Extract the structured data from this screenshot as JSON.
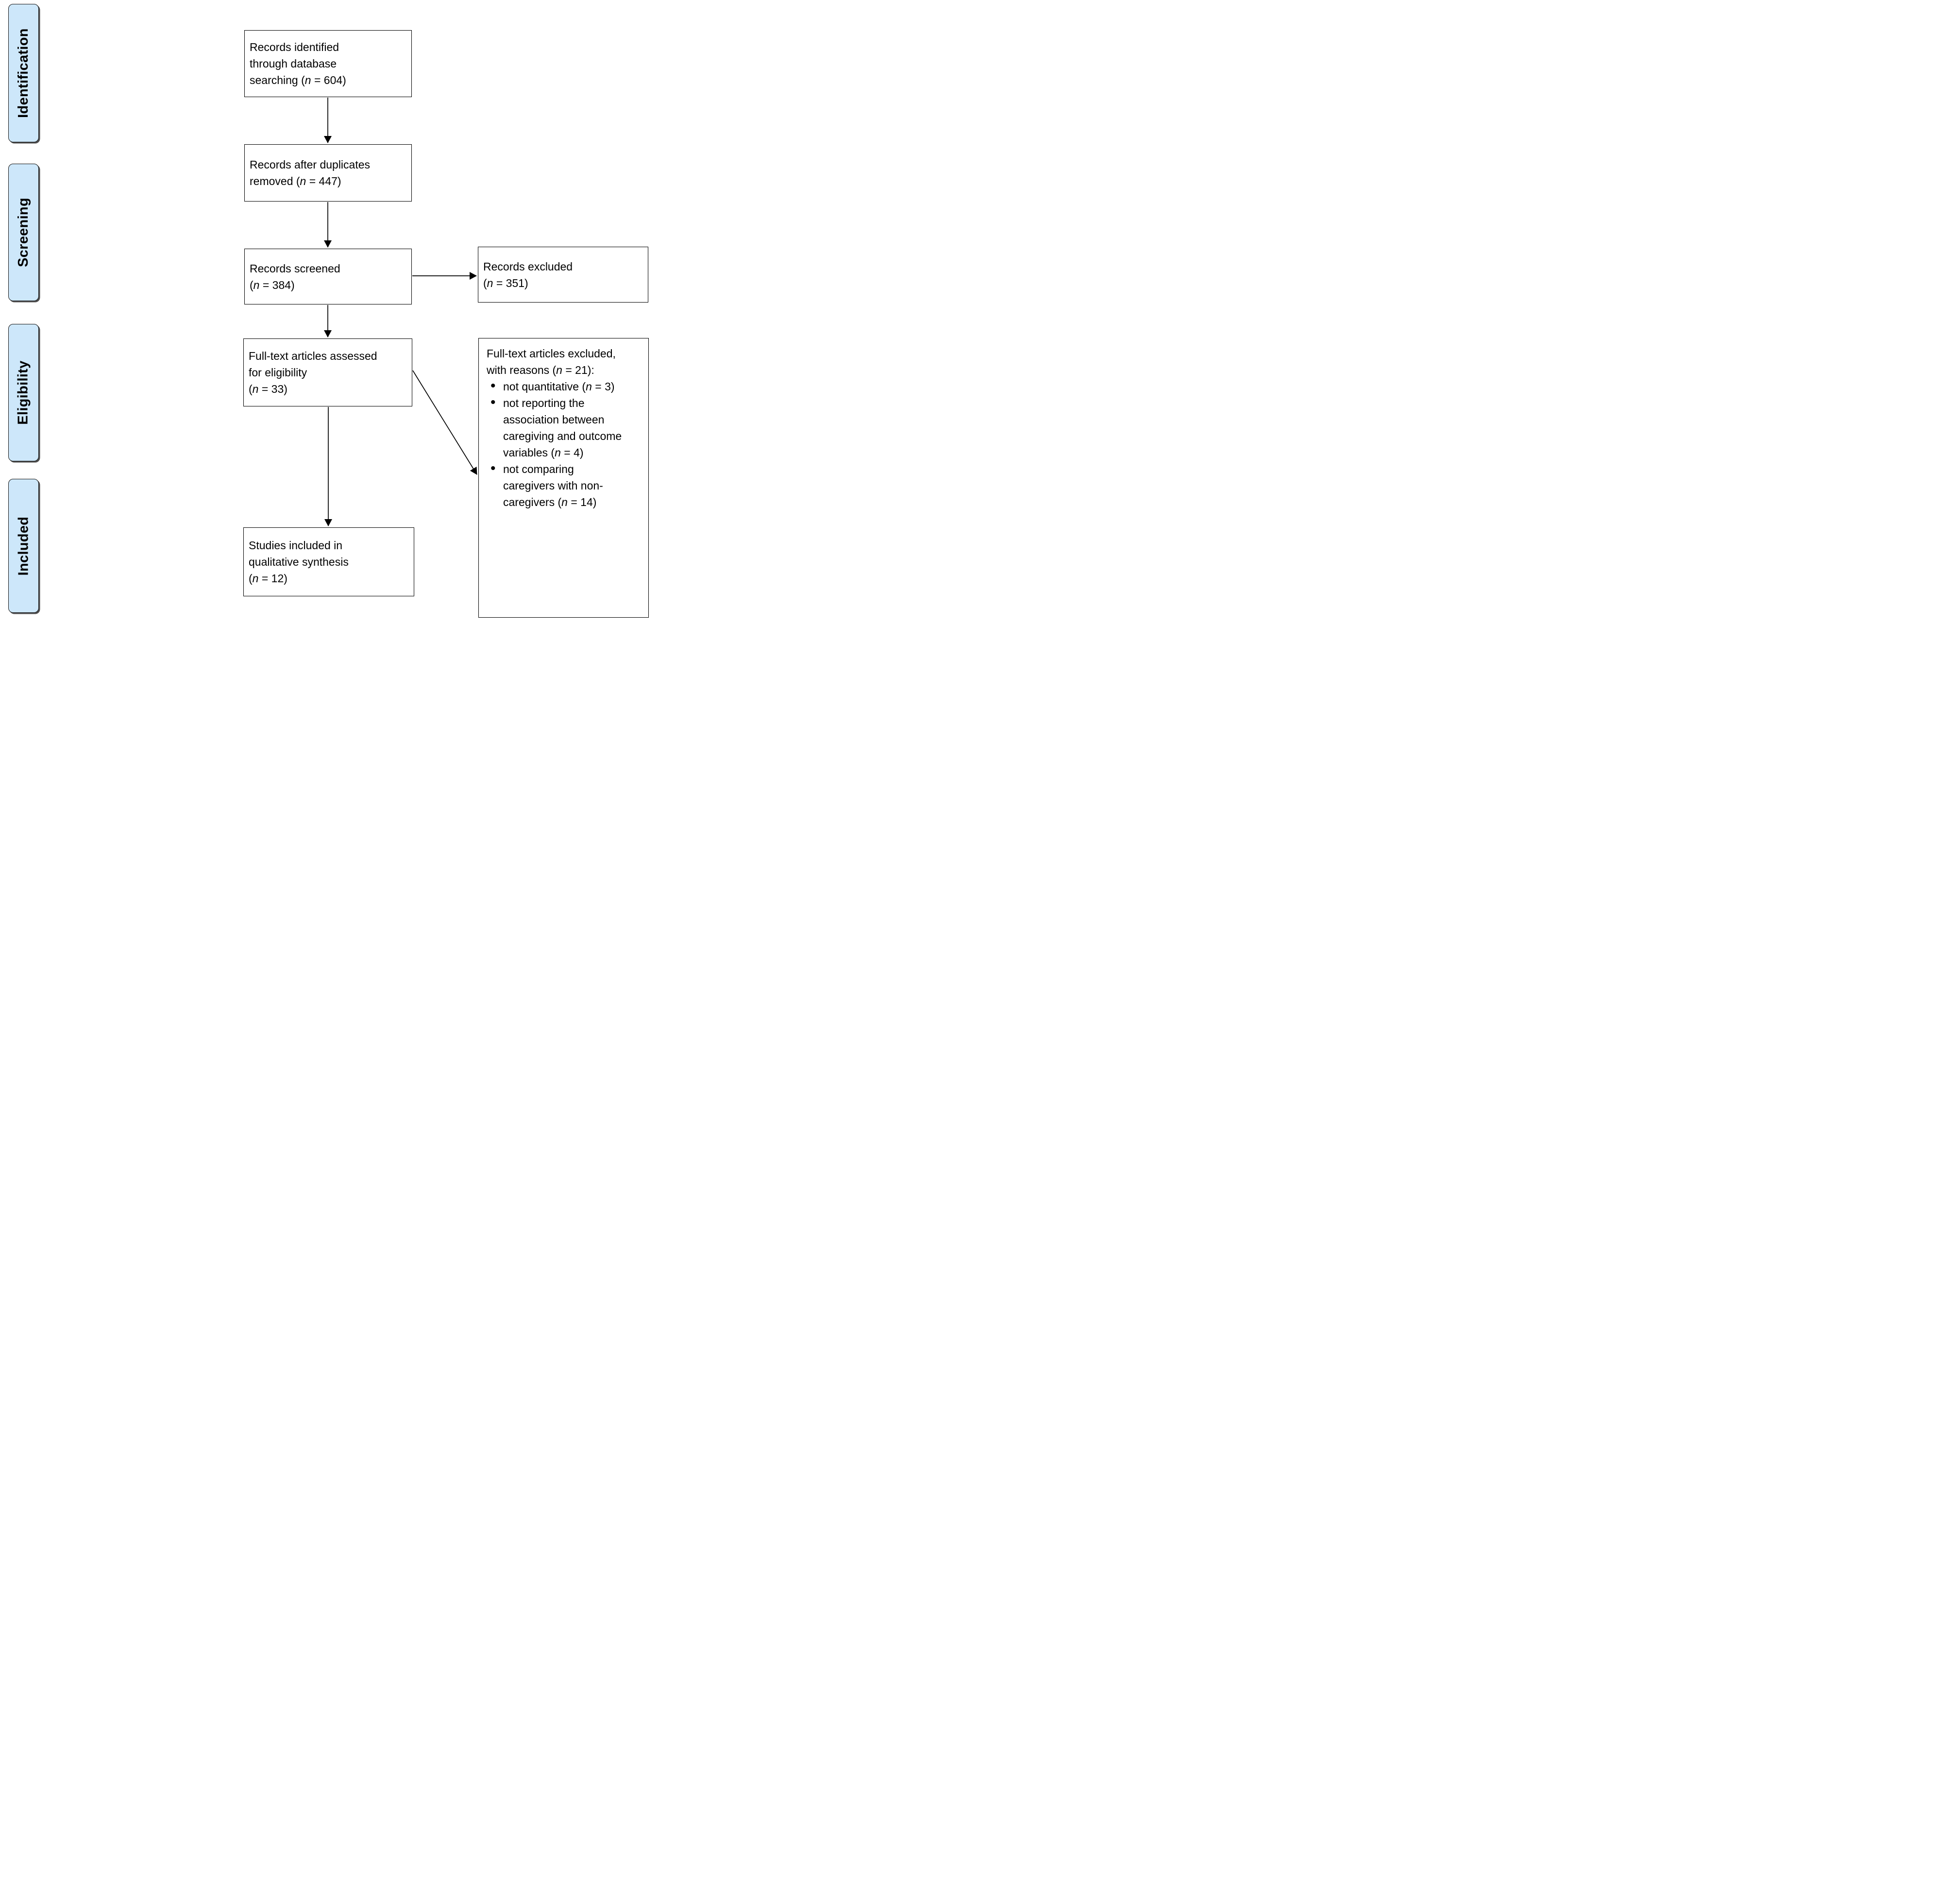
{
  "diagram": {
    "type": "PRISMA flow diagram",
    "colors": {
      "stage_fill": "#cde7fa",
      "stage_border": "#161616",
      "stage_shadow": "#4e4e4e",
      "flow_box_border": "#000000",
      "arrow": "#000000",
      "background": "#ffffff",
      "text": "#000000"
    },
    "stages": [
      {
        "label": "Identification"
      },
      {
        "label": "Screening"
      },
      {
        "label": "Eligibility"
      },
      {
        "label": "Included"
      }
    ],
    "boxes": {
      "records_identified": {
        "lines": [
          "Records identified",
          "through database",
          "searching (*n* = 604)"
        ]
      },
      "records_after_duplicates": {
        "lines": [
          "Records after duplicates",
          "removed (*n* = 447)"
        ]
      },
      "records_screened": {
        "lines": [
          "Records screened",
          "(*n* = 384)"
        ]
      },
      "records_excluded": {
        "lines": [
          "Records excluded",
          "(*n* = 351)"
        ]
      },
      "fulltext_assessed": {
        "lines": [
          "Full-text articles assessed",
          "for eligibility",
          "(*n* = 33)"
        ]
      },
      "fulltext_excluded": {
        "header_lines": [
          "Full-text articles excluded,",
          "with reasons (*n* = 21):"
        ],
        "reasons": [
          {
            "lines": [
              "not quantitative (*n* = 3)"
            ]
          },
          {
            "lines": [
              "not reporting the",
              "association between",
              "caregiving and outcome",
              "variables (*n* = 4)"
            ]
          },
          {
            "lines": [
              "not comparing",
              "caregivers with non-",
              "caregivers (*n* = 14)"
            ]
          }
        ]
      },
      "studies_included": {
        "lines": [
          "Studies included in",
          "qualitative synthesis",
          "(*n* = 12)"
        ]
      }
    }
  }
}
